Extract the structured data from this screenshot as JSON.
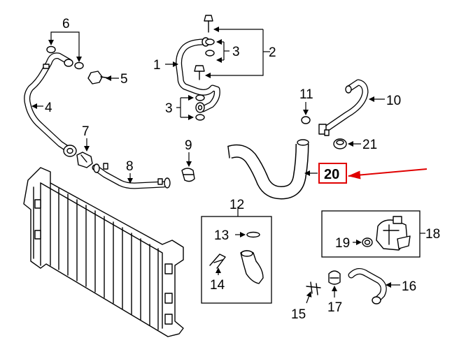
{
  "colors": {
    "highlight": "#e00000",
    "ink": "#000000",
    "background": "#ffffff"
  },
  "labels": {
    "p1": "1",
    "p2": "2",
    "p3a": "3",
    "p3b": "3",
    "p4": "4",
    "p5": "5",
    "p6": "6",
    "p7": "7",
    "p8": "8",
    "p9": "9",
    "p10": "10",
    "p11": "11",
    "p12": "12",
    "p13": "13",
    "p14": "14",
    "p15": "15",
    "p16": "16",
    "p17": "17",
    "p18": "18",
    "p19": "19",
    "p20": "20",
    "p21": "21"
  }
}
